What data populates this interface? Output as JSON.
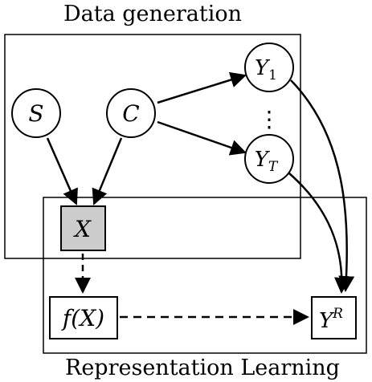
{
  "regions": {
    "data_generation": "Data generation",
    "representation_learning": "Representation Learning"
  },
  "nodes": {
    "s": "S",
    "c": "C",
    "y1": {
      "base": "Y",
      "sub": "1"
    },
    "ellipsis": "⋮",
    "yt": {
      "base": "Y",
      "sub": "T"
    },
    "x": "X",
    "fx": "f(X)",
    "yr": {
      "base": "Y",
      "sup": "R"
    }
  },
  "colors": {
    "observed_node_fill": "#cccccc",
    "stroke": "#000000",
    "background": "#ffffff"
  }
}
